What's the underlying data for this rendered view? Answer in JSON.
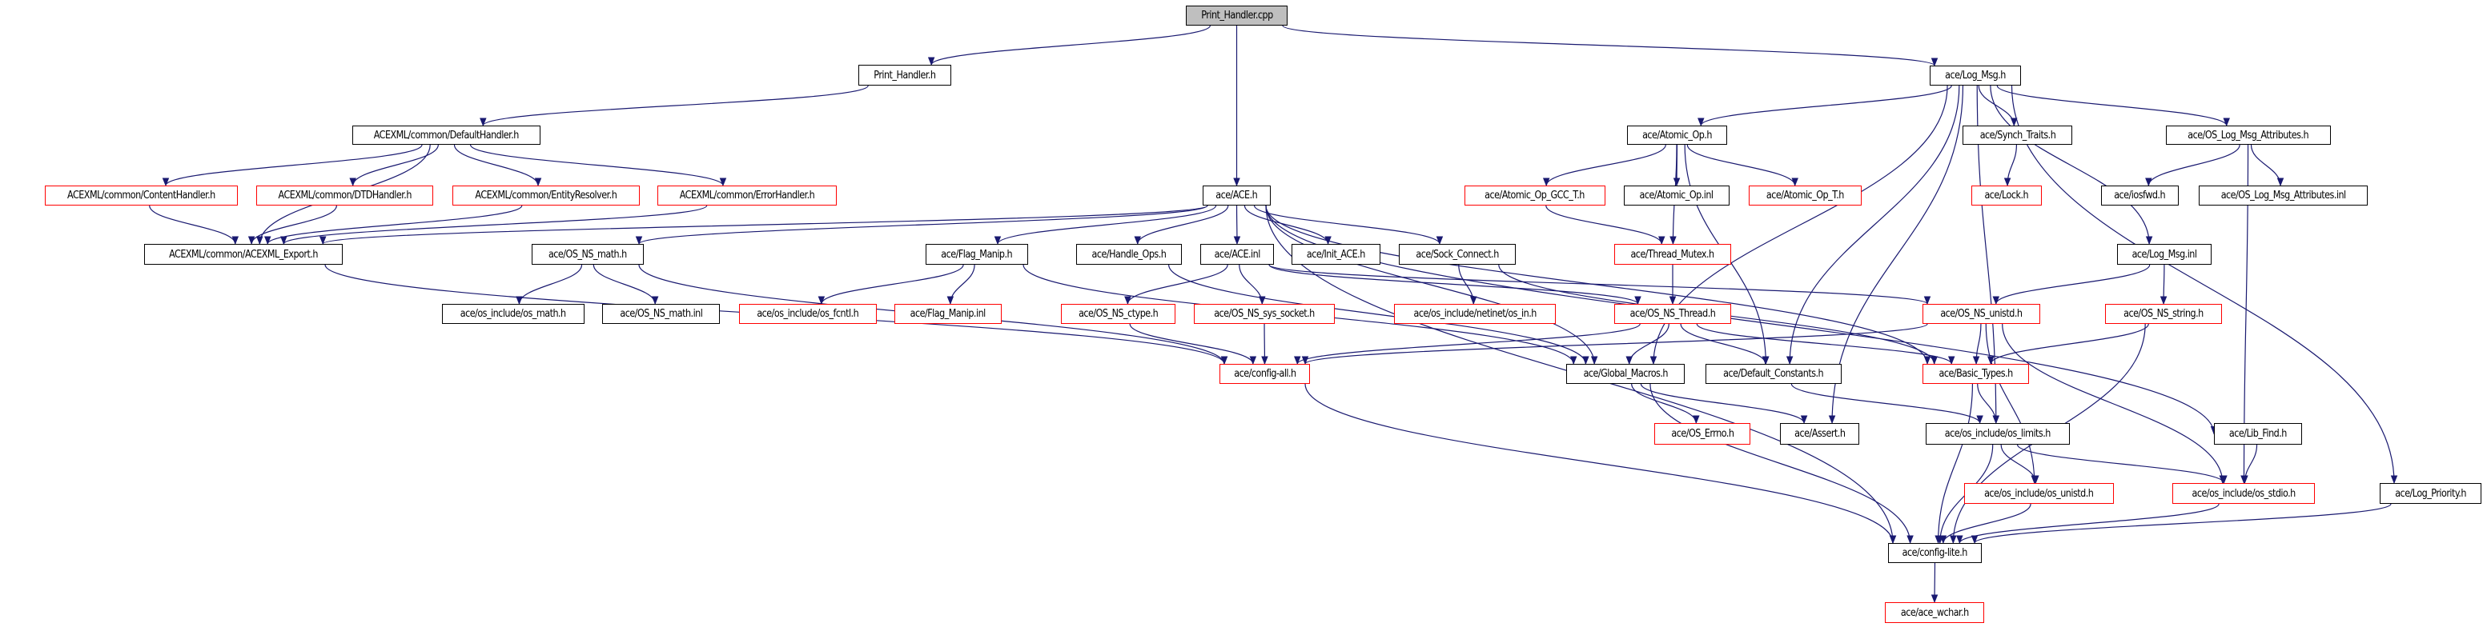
{
  "title": "Print_Handler.cpp include dependency graph",
  "colors": {
    "edge": "#191970",
    "root_fill": "#bfbfbf",
    "node_border": "#000000",
    "undocumented_border": "#ff0000"
  },
  "nodes": [
    {
      "id": "root",
      "label": "Print_Handler.cpp",
      "kind": "root"
    },
    {
      "id": "print_handler_h",
      "label": "Print_Handler.h",
      "kind": "documented"
    },
    {
      "id": "log_msg_h",
      "label": "ace/Log_Msg.h",
      "kind": "documented"
    },
    {
      "id": "default_handler",
      "label": "ACEXML/common/DefaultHandler.h",
      "kind": "documented"
    },
    {
      "id": "atomic_op_h",
      "label": "ace/Atomic_Op.h",
      "kind": "documented"
    },
    {
      "id": "synch_traits",
      "label": "ace/Synch_Traits.h",
      "kind": "documented"
    },
    {
      "id": "os_log_msg_attr_h",
      "label": "ace/OS_Log_Msg_Attributes.h",
      "kind": "documented"
    },
    {
      "id": "content_handler",
      "label": "ACEXML/common/ContentHandler.h",
      "kind": "undocumented"
    },
    {
      "id": "dtd_handler",
      "label": "ACEXML/common/DTDHandler.h",
      "kind": "undocumented"
    },
    {
      "id": "entity_resolver",
      "label": "ACEXML/common/EntityResolver.h",
      "kind": "undocumented"
    },
    {
      "id": "error_handler",
      "label": "ACEXML/common/ErrorHandler.h",
      "kind": "undocumented"
    },
    {
      "id": "ace_h",
      "label": "ace/ACE.h",
      "kind": "documented"
    },
    {
      "id": "atomic_op_gcc",
      "label": "ace/Atomic_Op_GCC_T.h",
      "kind": "undocumented"
    },
    {
      "id": "atomic_op_inl",
      "label": "ace/Atomic_Op.inl",
      "kind": "documented"
    },
    {
      "id": "atomic_op_t",
      "label": "ace/Atomic_Op_T.h",
      "kind": "undocumented"
    },
    {
      "id": "lock_h",
      "label": "ace/Lock.h",
      "kind": "undocumented"
    },
    {
      "id": "iosfwd",
      "label": "ace/iosfwd.h",
      "kind": "documented"
    },
    {
      "id": "os_log_msg_attr_inl",
      "label": "ace/OS_Log_Msg_Attributes.inl",
      "kind": "documented"
    },
    {
      "id": "acexml_export",
      "label": "ACEXML/common/ACEXML_Export.h",
      "kind": "documented"
    },
    {
      "id": "os_ns_math_h",
      "label": "ace/OS_NS_math.h",
      "kind": "documented"
    },
    {
      "id": "flag_manip_h",
      "label": "ace/Flag_Manip.h",
      "kind": "documented"
    },
    {
      "id": "handle_ops",
      "label": "ace/Handle_Ops.h",
      "kind": "documented"
    },
    {
      "id": "ace_inl",
      "label": "ace/ACE.inl",
      "kind": "documented"
    },
    {
      "id": "init_ace",
      "label": "ace/Init_ACE.h",
      "kind": "documented"
    },
    {
      "id": "sock_connect",
      "label": "ace/Sock_Connect.h",
      "kind": "documented"
    },
    {
      "id": "thread_mutex",
      "label": "ace/Thread_Mutex.h",
      "kind": "undocumented"
    },
    {
      "id": "log_msg_inl",
      "label": "ace/Log_Msg.inl",
      "kind": "documented"
    },
    {
      "id": "os_math",
      "label": "ace/os_include/os_math.h",
      "kind": "documented"
    },
    {
      "id": "os_ns_math_inl",
      "label": "ace/OS_NS_math.inl",
      "kind": "documented"
    },
    {
      "id": "os_fcntl",
      "label": "ace/os_include/os_fcntl.h",
      "kind": "undocumented"
    },
    {
      "id": "flag_manip_inl",
      "label": "ace/Flag_Manip.inl",
      "kind": "undocumented"
    },
    {
      "id": "os_ns_ctype",
      "label": "ace/OS_NS_ctype.h",
      "kind": "undocumented"
    },
    {
      "id": "os_ns_sys_socket",
      "label": "ace/OS_NS_sys_socket.h",
      "kind": "undocumented"
    },
    {
      "id": "os_in",
      "label": "ace/os_include/netinet/os_in.h",
      "kind": "undocumented"
    },
    {
      "id": "os_ns_thread",
      "label": "ace/OS_NS_Thread.h",
      "kind": "undocumented"
    },
    {
      "id": "os_ns_unistd",
      "label": "ace/OS_NS_unistd.h",
      "kind": "undocumented"
    },
    {
      "id": "os_ns_string",
      "label": "ace/OS_NS_string.h",
      "kind": "undocumented"
    },
    {
      "id": "config_all",
      "label": "ace/config-all.h",
      "kind": "undocumented"
    },
    {
      "id": "global_macros",
      "label": "ace/Global_Macros.h",
      "kind": "documented"
    },
    {
      "id": "default_constants",
      "label": "ace/Default_Constants.h",
      "kind": "documented"
    },
    {
      "id": "basic_types",
      "label": "ace/Basic_Types.h",
      "kind": "undocumented"
    },
    {
      "id": "os_errno",
      "label": "ace/OS_Errno.h",
      "kind": "undocumented"
    },
    {
      "id": "assert_h",
      "label": "ace/Assert.h",
      "kind": "documented"
    },
    {
      "id": "os_limits",
      "label": "ace/os_include/os_limits.h",
      "kind": "documented"
    },
    {
      "id": "lib_find",
      "label": "ace/Lib_Find.h",
      "kind": "documented"
    },
    {
      "id": "os_unistd",
      "label": "ace/os_include/os_unistd.h",
      "kind": "undocumented"
    },
    {
      "id": "os_stdio",
      "label": "ace/os_include/os_stdio.h",
      "kind": "undocumented"
    },
    {
      "id": "log_priority",
      "label": "ace/Log_Priority.h",
      "kind": "documented"
    },
    {
      "id": "config_lite",
      "label": "ace/config-lite.h",
      "kind": "documented"
    },
    {
      "id": "ace_wchar",
      "label": "ace/ace_wchar.h",
      "kind": "undocumented"
    }
  ],
  "edges": [
    [
      "root",
      "print_handler_h"
    ],
    [
      "root",
      "ace_h"
    ],
    [
      "root",
      "log_msg_h"
    ],
    [
      "print_handler_h",
      "default_handler"
    ],
    [
      "default_handler",
      "content_handler"
    ],
    [
      "default_handler",
      "dtd_handler"
    ],
    [
      "default_handler",
      "entity_resolver"
    ],
    [
      "default_handler",
      "error_handler"
    ],
    [
      "default_handler",
      "acexml_export"
    ],
    [
      "content_handler",
      "acexml_export"
    ],
    [
      "dtd_handler",
      "acexml_export"
    ],
    [
      "entity_resolver",
      "acexml_export"
    ],
    [
      "error_handler",
      "acexml_export"
    ],
    [
      "acexml_export",
      "config_all"
    ],
    [
      "ace_h",
      "acexml_export"
    ],
    [
      "ace_h",
      "os_ns_math_h"
    ],
    [
      "ace_h",
      "flag_manip_h"
    ],
    [
      "ace_h",
      "handle_ops"
    ],
    [
      "ace_h",
      "ace_inl"
    ],
    [
      "ace_h",
      "init_ace"
    ],
    [
      "ace_h",
      "sock_connect"
    ],
    [
      "ace_h",
      "basic_types"
    ],
    [
      "ace_h",
      "lib_find"
    ],
    [
      "ace_h",
      "config_lite"
    ],
    [
      "ace_h",
      "global_macros"
    ],
    [
      "os_ns_math_h",
      "os_math"
    ],
    [
      "os_ns_math_h",
      "os_ns_math_inl"
    ],
    [
      "os_ns_math_h",
      "config_all"
    ],
    [
      "flag_manip_h",
      "os_fcntl"
    ],
    [
      "flag_manip_h",
      "flag_manip_inl"
    ],
    [
      "flag_manip_h",
      "global_macros"
    ],
    [
      "handle_ops",
      "global_macros"
    ],
    [
      "ace_inl",
      "os_ns_ctype"
    ],
    [
      "ace_inl",
      "os_ns_sys_socket"
    ],
    [
      "ace_inl",
      "os_ns_thread"
    ],
    [
      "ace_inl",
      "os_ns_unistd"
    ],
    [
      "sock_connect",
      "os_in"
    ],
    [
      "sock_connect",
      "basic_types"
    ],
    [
      "os_ns_ctype",
      "config_all"
    ],
    [
      "os_ns_sys_socket",
      "config_all"
    ],
    [
      "log_msg_h",
      "atomic_op_h"
    ],
    [
      "log_msg_h",
      "synch_traits"
    ],
    [
      "log_msg_h",
      "os_log_msg_attr_h"
    ],
    [
      "log_msg_h",
      "log_msg_inl"
    ],
    [
      "log_msg_h",
      "log_priority"
    ],
    [
      "log_msg_h",
      "default_constants"
    ],
    [
      "log_msg_h",
      "assert_h"
    ],
    [
      "log_msg_h",
      "os_limits"
    ],
    [
      "log_msg_h",
      "global_macros"
    ],
    [
      "atomic_op_h",
      "atomic_op_gcc"
    ],
    [
      "atomic_op_h",
      "atomic_op_inl"
    ],
    [
      "atomic_op_h",
      "atomic_op_t"
    ],
    [
      "atomic_op_h",
      "thread_mutex"
    ],
    [
      "atomic_op_h",
      "default_constants"
    ],
    [
      "atomic_op_gcc",
      "thread_mutex"
    ],
    [
      "synch_traits",
      "lock_h"
    ],
    [
      "os_log_msg_attr_h",
      "iosfwd"
    ],
    [
      "os_log_msg_attr_h",
      "os_log_msg_attr_inl"
    ],
    [
      "os_log_msg_attr_h",
      "os_stdio"
    ],
    [
      "thread_mutex",
      "os_ns_thread"
    ],
    [
      "log_msg_inl",
      "os_ns_unistd"
    ],
    [
      "log_msg_inl",
      "os_ns_string"
    ],
    [
      "os_ns_thread",
      "config_all"
    ],
    [
      "os_ns_thread",
      "global_macros"
    ],
    [
      "os_ns_thread",
      "default_constants"
    ],
    [
      "os_ns_thread",
      "basic_types"
    ],
    [
      "os_ns_unistd",
      "config_all"
    ],
    [
      "os_ns_unistd",
      "basic_types"
    ],
    [
      "os_ns_unistd",
      "os_unistd"
    ],
    [
      "os_ns_unistd",
      "os_stdio"
    ],
    [
      "os_ns_string",
      "basic_types"
    ],
    [
      "os_ns_string",
      "config_lite"
    ],
    [
      "config_all",
      "config_lite"
    ],
    [
      "global_macros",
      "os_errno"
    ],
    [
      "global_macros",
      "assert_h"
    ],
    [
      "global_macros",
      "config_lite"
    ],
    [
      "default_constants",
      "os_limits"
    ],
    [
      "basic_types",
      "os_limits"
    ],
    [
      "basic_types",
      "config_lite"
    ],
    [
      "os_limits",
      "os_unistd"
    ],
    [
      "os_limits",
      "os_stdio"
    ],
    [
      "os_limits",
      "config_lite"
    ],
    [
      "lib_find",
      "os_stdio"
    ],
    [
      "os_unistd",
      "config_lite"
    ],
    [
      "os_stdio",
      "config_lite"
    ],
    [
      "log_priority",
      "config_lite"
    ],
    [
      "config_lite",
      "ace_wchar"
    ]
  ]
}
